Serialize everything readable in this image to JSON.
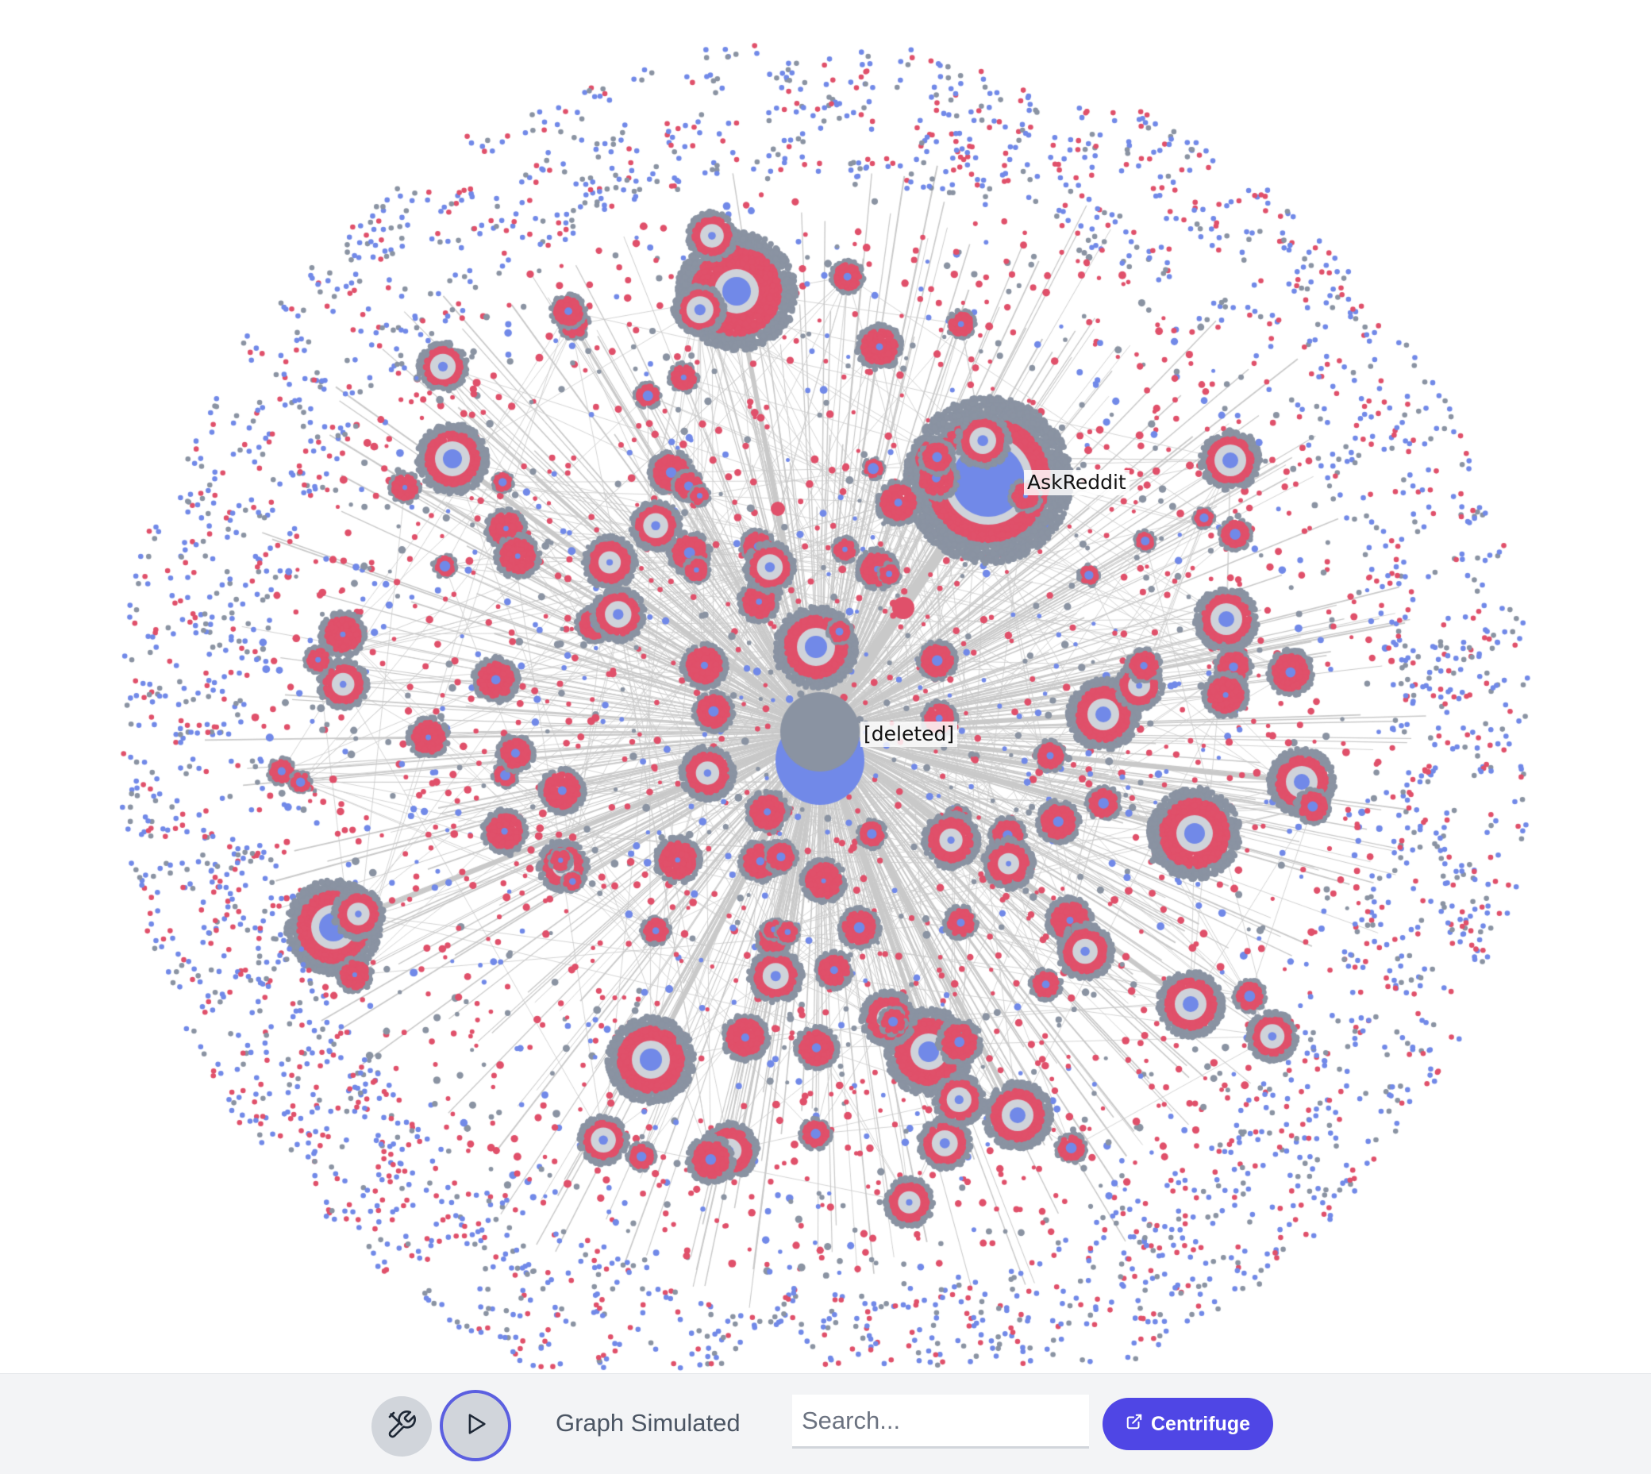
{
  "graph": {
    "labels": {
      "askreddit": "AskReddit",
      "deleted": "[deleted]"
    },
    "colors": {
      "subreddit_node": "#7189e8",
      "comment_node": "#e0506a",
      "user_node": "#8a93a2",
      "edge": "#c9c9c9",
      "background": "#ffffff"
    }
  },
  "toolbar": {
    "settings_icon": "tools-icon",
    "play_icon": "play-icon",
    "status_text": "Graph Simulated",
    "search_placeholder": "Search...",
    "search_value": "",
    "centrifuge_label": "Centrifuge",
    "centrifuge_icon": "external-link-icon",
    "accent_color": "#4f46e5"
  }
}
